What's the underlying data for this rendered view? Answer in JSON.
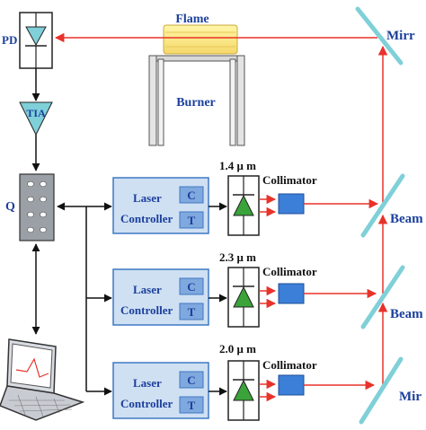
{
  "labels": {
    "flame": "Flame",
    "burner": "Burner",
    "pd": "PD",
    "tia": "TIA",
    "daq": "Q",
    "mirror_top": "Mirr",
    "beam_1": "Beam",
    "beam_2": "Beam",
    "mirror_bottom": "Mir"
  },
  "lasers": [
    {
      "wavelength": "1.4 μ m",
      "controller_line1": "Laser",
      "controller_line2": "Controller",
      "c": "C",
      "t": "T",
      "collimator": "Collimator"
    },
    {
      "wavelength": "2.3 μ m",
      "controller_line1": "Laser",
      "controller_line2": "Controller",
      "c": "C",
      "t": "T",
      "collimator": "Collimator"
    },
    {
      "wavelength": "2.0 μ m",
      "controller_line1": "Laser",
      "controller_line2": "Controller",
      "c": "C",
      "t": "T",
      "collimator": "Collimator"
    }
  ],
  "colors": {
    "beam": "#e8322a",
    "controller_fill": "#cfe0f3",
    "controller_stroke": "#3f78c4",
    "ct_box": "#7fa9de",
    "collimator": "#3c7fd8",
    "diode": "#3aa33a",
    "mirror": "#7fd0d8",
    "tia": "#7fd0d8",
    "pd_diode": "#7fd0d8"
  },
  "icons": [
    "photodiode-icon",
    "amplifier-icon",
    "laser-diode-icon",
    "laptop-icon",
    "mirror-icon"
  ]
}
